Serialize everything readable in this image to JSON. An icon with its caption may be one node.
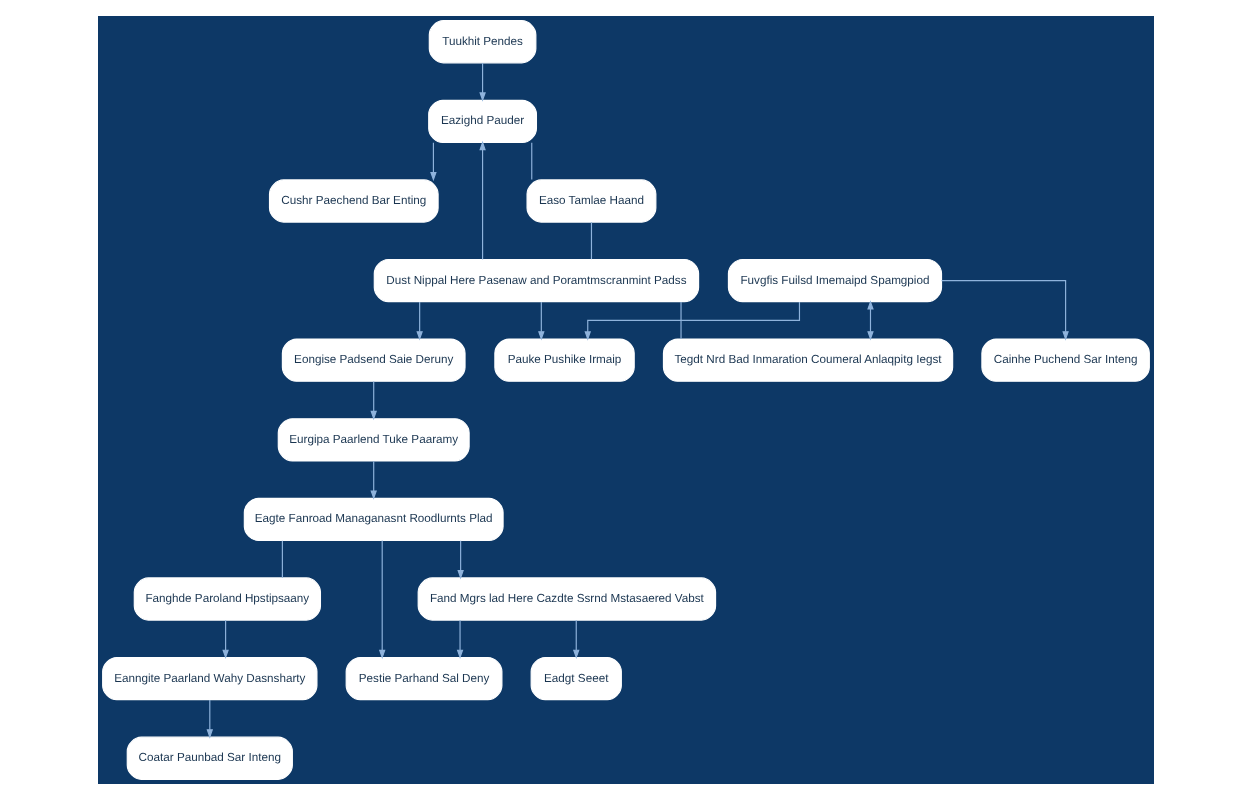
{
  "diagram": {
    "nodes": [
      {
        "text": [
          "Tuukhit Pendes"
        ]
      },
      {
        "text": [
          "Eazighd Pauder"
        ]
      },
      {
        "text": [
          "Cushr Paechend Bar Enting"
        ]
      },
      {
        "text": [
          "Easo Tamlae Haand"
        ]
      },
      {
        "text": [
          "Dust Nippal Here Pasenaw and Poramtmscranmint Padss"
        ]
      },
      {
        "text": [
          "Eongise Padsend Saie Deruny"
        ]
      },
      {
        "text": [
          "Eurgipa Paarlend Tuke Paaramy"
        ]
      },
      {
        "text": [
          "Pauke Pushike Irmaip"
        ]
      },
      {
        "text": [
          "Fuvgfis Fuilsd Imemaipd Spamgpiod"
        ]
      },
      {
        "text": [
          "Tegdt Nrd Bad Inmaration Coumeral Anlaqpitg Iegst"
        ]
      },
      {
        "text": [
          "Cainhe Puchend Sar Inteng"
        ]
      },
      {
        "text": [
          "Eagte Fanroad Managanasnt Roodlurnts Plad"
        ]
      },
      {
        "text": [
          "Fanghde Paroland Hpstipsaany"
        ]
      },
      {
        "text": [
          "Fand Mgrs lad Here Cazdte Ssrnd Mstasaered Vabst"
        ]
      },
      {
        "text": [
          "Pestie Parhand Sal Deny"
        ]
      },
      {
        "text": [
          "Eanngite Paarland Wahy Dasnsharty"
        ]
      },
      {
        "text": [
          "Eadgt Seeet"
        ]
      },
      {
        "text": [
          "Coatar Paunbad Sar Inteng"
        ]
      }
    ],
    "edges": [
      {
        "from": 0,
        "to": 1,
        "arrow": "to"
      },
      {
        "from": 1,
        "to": 2,
        "arrow": "to"
      },
      {
        "from": 1,
        "to": 3,
        "arrow": "none"
      },
      {
        "from": 4,
        "to": 1,
        "arrow": "to"
      },
      {
        "from": 3,
        "to": 4,
        "arrow": "none"
      },
      {
        "from": 4,
        "to": 5,
        "arrow": "to"
      },
      {
        "from": 5,
        "to": 6,
        "arrow": "to"
      },
      {
        "from": 6,
        "to": 11,
        "arrow": "to"
      },
      {
        "from": 4,
        "to": 7,
        "arrow": "to"
      },
      {
        "from": 4,
        "to": 9,
        "arrow": "none"
      },
      {
        "from": 8,
        "to": 9,
        "arrow": "both"
      },
      {
        "from": 8,
        "to": 7,
        "arrow": "to"
      },
      {
        "from": 8,
        "to": 10,
        "arrow": "to"
      },
      {
        "from": 11,
        "to": 12,
        "arrow": "none"
      },
      {
        "from": 11,
        "to": 13,
        "arrow": "to"
      },
      {
        "from": 11,
        "to": 14,
        "arrow": "to"
      },
      {
        "from": 13,
        "to": 14,
        "arrow": "to"
      },
      {
        "from": 13,
        "to": 16,
        "arrow": "to"
      },
      {
        "from": 12,
        "to": 15,
        "arrow": "to"
      },
      {
        "from": 15,
        "to": 17,
        "arrow": "to"
      }
    ]
  }
}
